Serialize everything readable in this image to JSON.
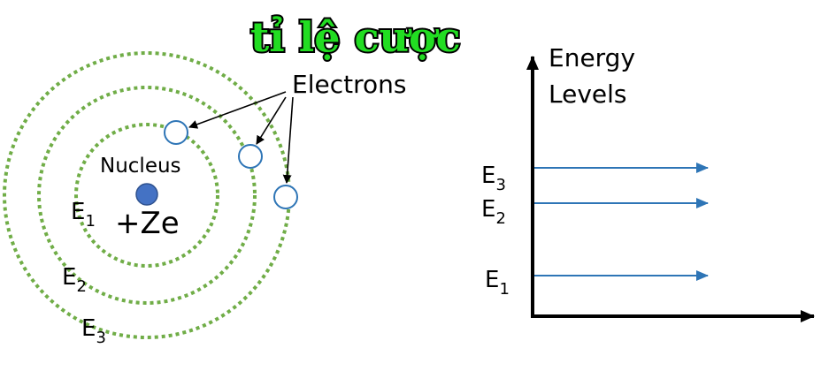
{
  "watermark": {
    "text": "tỉ lệ cược",
    "fill_color": "#22dd22",
    "outline_color": "#000000"
  },
  "atom": {
    "nucleus_label": "Nucleus",
    "charge_label": "+Ze",
    "electrons_label": "Electrons",
    "nucleus_color": "#4472c4",
    "electron_color": "#2e75b6",
    "orbit_color": "#70ad47",
    "orbits": [
      {
        "name": "E",
        "sub": "1"
      },
      {
        "name": "E",
        "sub": "2"
      },
      {
        "name": "E",
        "sub": "3"
      }
    ]
  },
  "energy_diagram": {
    "axis_title_line1": "Energy",
    "axis_title_line2": "Levels",
    "arrow_color": "#2e75b6",
    "levels": [
      {
        "name": "E",
        "sub": "3"
      },
      {
        "name": "E",
        "sub": "2"
      },
      {
        "name": "E",
        "sub": "1"
      }
    ]
  }
}
